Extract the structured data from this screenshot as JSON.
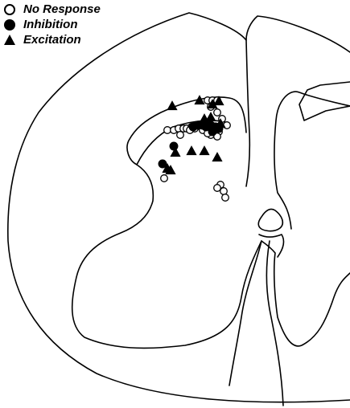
{
  "legend": [
    {
      "symbol": "open-circle",
      "label": "No Response"
    },
    {
      "symbol": "filled-circle",
      "label": "Inhibition"
    },
    {
      "symbol": "filled-triangle",
      "label": "Excitation"
    }
  ],
  "colors": {
    "ink": "#000000",
    "background": "#ffffff"
  },
  "markers": {
    "no_response": 32,
    "inhibition": 11,
    "excitation": 13
  }
}
